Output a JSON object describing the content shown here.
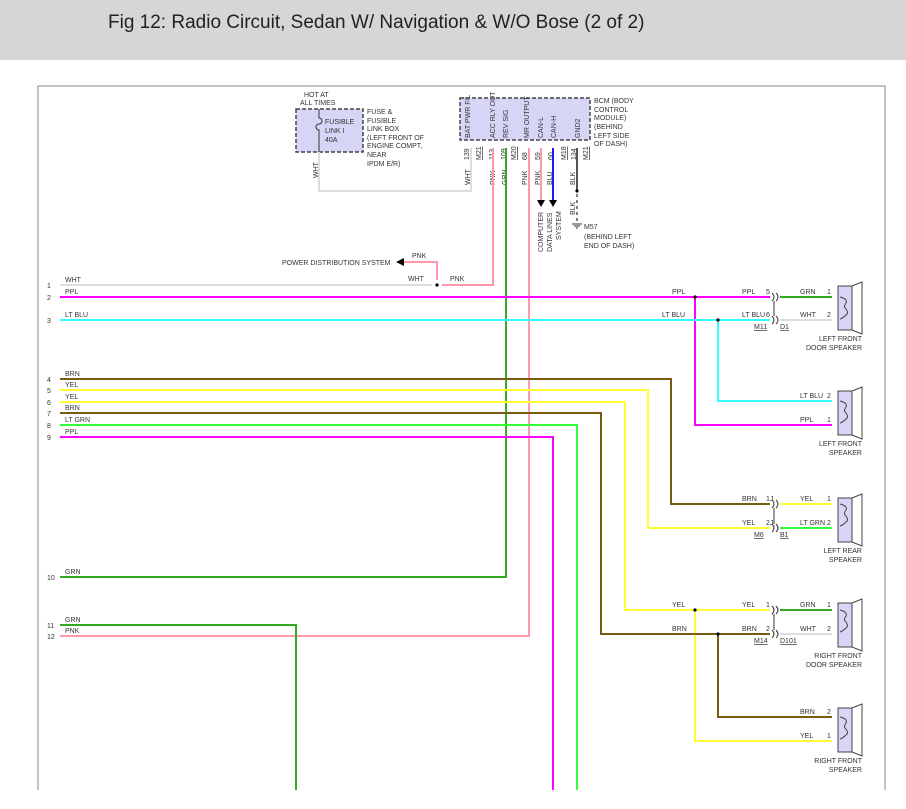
{
  "title": "Fig 12: Radio Circuit, Sedan W/ Navigation & W/O Bose (2 of 2)",
  "colors": {
    "WHT": "#dddddd",
    "PPL": "#ff00ff",
    "LT BLU": "#33ffff",
    "BRN": "#7a5a10",
    "YEL": "#ffff33",
    "LT GRN": "#33ff33",
    "GRN": "#33aa22",
    "PNK": "#ff99aa",
    "BLU": "#1a1aff",
    "BLK": "#555555"
  },
  "fuse": {
    "hot": [
      "HOT AT",
      "ALL TIMES"
    ],
    "inside": [
      "FUSIBLE",
      "LINK I",
      "40A"
    ],
    "desc": [
      "FUSE &",
      "FUSIBLE",
      "LINK BOX",
      "(LEFT FRONT OF",
      "ENGINE COMPT,",
      "NEAR",
      "IPDM E/R)"
    ],
    "wire": "WHT"
  },
  "bcm": {
    "desc": [
      "BCM (BODY",
      "CONTROL",
      "MODULE)",
      "(BEHIND",
      "LEFT SIDE",
      "OF DASH)"
    ],
    "pins": [
      {
        "name": "BAT PWR F/L",
        "pin": "139",
        "wire": "WHT"
      },
      {
        "name": "ACC RLY OUT",
        "pin": "113",
        "wire": "PNK"
      },
      {
        "name": "REV SIG",
        "pin": "109",
        "wire": "GRN"
      },
      {
        "name": "MR OUTPUT",
        "pin": "68",
        "wire": "PNK"
      },
      {
        "name": "CAN-L",
        "pin": "59",
        "wire": "PNK"
      },
      {
        "name": "CAN-H",
        "pin": "60",
        "wire": "BLU"
      },
      {
        "name": "GND2",
        "pin": "134",
        "wire": "BLK"
      }
    ],
    "connectors": [
      "M21",
      "M20",
      "M18",
      "M21"
    ],
    "data_lines": [
      "COMPUTER",
      "DATA LINES",
      "SYSTEM"
    ],
    "ground_wire": "BLK",
    "ground": [
      "M57",
      "(BEHIND LEFT",
      "END OF DASH)"
    ]
  },
  "power_dist": {
    "label": "POWER DISTRIBUTION SYSTEM",
    "wire": "PNK",
    "wht": "WHT",
    "pnk": "PNK"
  },
  "left_wires": [
    {
      "num": "1",
      "color": "WHT"
    },
    {
      "num": "2",
      "color": "PPL"
    },
    {
      "num": "3",
      "color": "LT BLU"
    },
    {
      "num": "4",
      "color": "BRN"
    },
    {
      "num": "5",
      "color": "YEL"
    },
    {
      "num": "6",
      "color": "YEL"
    },
    {
      "num": "7",
      "color": "BRN"
    },
    {
      "num": "8",
      "color": "LT GRN"
    },
    {
      "num": "9",
      "color": "PPL"
    },
    {
      "num": "10",
      "color": "GRN"
    },
    {
      "num": "11",
      "color": "GRN"
    },
    {
      "num": "12",
      "color": "PNK"
    }
  ],
  "speakers": [
    {
      "name": [
        "LEFT FRONT",
        "DOOR SPEAKER"
      ],
      "in": [
        {
          "wire": "PPL",
          "pin": "5"
        },
        {
          "wire": "LT BLU",
          "pin": "6"
        }
      ],
      "out": [
        {
          "wire": "GRN",
          "pin": "1"
        },
        {
          "wire": "WHT",
          "pin": "2"
        }
      ],
      "conn": [
        "M11",
        "D1"
      ],
      "harness_in": [
        "PPL",
        "LT BLU"
      ]
    },
    {
      "name": [
        "LEFT FRONT",
        "SPEAKER"
      ],
      "out": [
        {
          "wire": "LT BLU",
          "pin": "2"
        },
        {
          "wire": "PPL",
          "pin": "1"
        }
      ]
    },
    {
      "name": [
        "LEFT REAR",
        "SPEAKER"
      ],
      "in": [
        {
          "wire": "BRN",
          "pin": "1J"
        },
        {
          "wire": "YEL",
          "pin": "2J"
        }
      ],
      "out": [
        {
          "wire": "YEL",
          "pin": "1"
        },
        {
          "wire": "LT GRN",
          "pin": "2"
        }
      ],
      "conn": [
        "M6",
        "B1"
      ]
    },
    {
      "name": [
        "RIGHT FRONT",
        "DOOR SPEAKER"
      ],
      "in": [
        {
          "wire": "YEL",
          "pin": "1"
        },
        {
          "wire": "BRN",
          "pin": "2"
        }
      ],
      "out": [
        {
          "wire": "GRN",
          "pin": "1"
        },
        {
          "wire": "WHT",
          "pin": "2"
        }
      ],
      "conn": [
        "M14",
        "D101"
      ],
      "harness_in": [
        "YEL",
        "BRN"
      ]
    },
    {
      "name": [
        "RIGHT FRONT",
        "SPEAKER"
      ],
      "out": [
        {
          "wire": "BRN",
          "pin": "2"
        },
        {
          "wire": "YEL",
          "pin": "1"
        }
      ]
    }
  ]
}
